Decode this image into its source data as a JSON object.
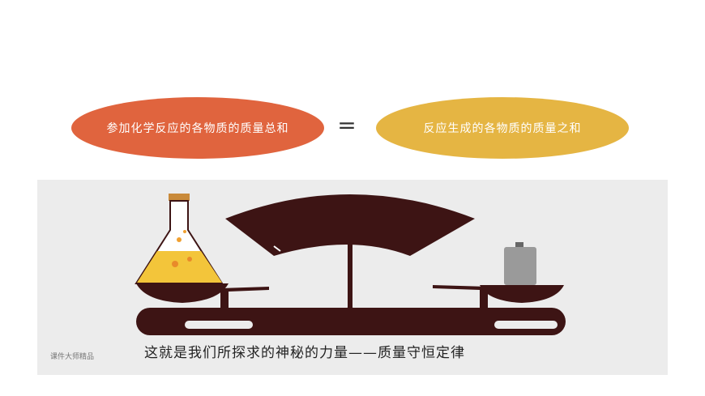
{
  "equation": {
    "left_text": "参加化学反应的各物质的质量总和",
    "equals_sign": "=",
    "right_text": "反应生成的各物质的质量之和"
  },
  "caption": {
    "text": "这就是我们所探求的神秘的力量——质量守恒定律"
  },
  "watermark": {
    "text": "课件大师精品"
  },
  "colors": {
    "left_ellipse": "#e0643e",
    "right_ellipse": "#e5b543",
    "scale_dark": "#3d1414",
    "flask_liquid": "#f3c53a",
    "weight_gray": "#9a9a9a",
    "panel_bg": "#ececec"
  },
  "icons": {
    "flask": "conical-flask-icon",
    "weight": "weight-icon",
    "scale": "balance-scale"
  }
}
